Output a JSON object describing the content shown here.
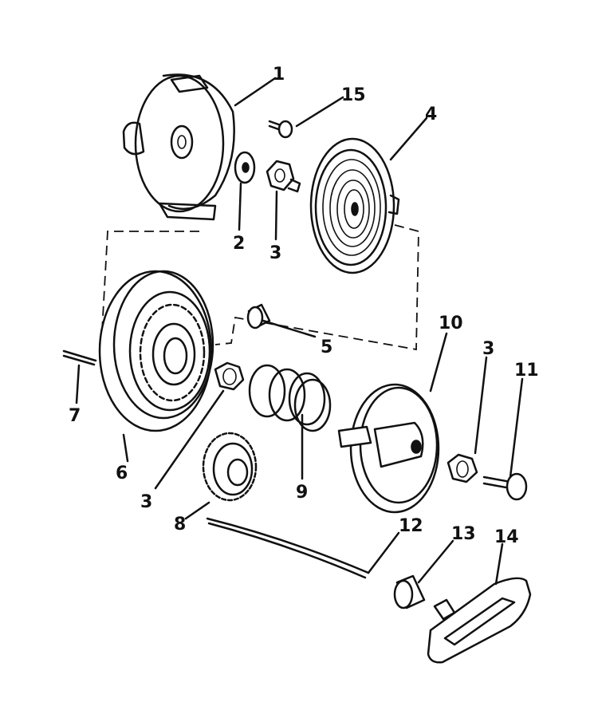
{
  "diagram": {
    "labels": [
      "1",
      "15",
      "4",
      "2",
      "3",
      "5",
      "10",
      "3",
      "11",
      "7",
      "6",
      "3",
      "9",
      "8",
      "12",
      "13",
      "14"
    ]
  },
  "colors": {
    "ink": "#111111",
    "paper": "#ffffff"
  }
}
